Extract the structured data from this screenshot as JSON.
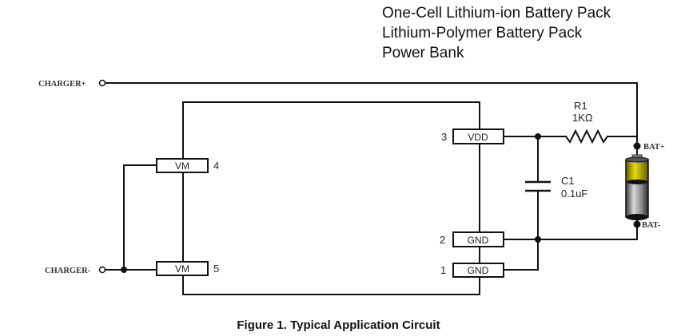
{
  "applications": {
    "items": [
      "One-Cell Lithium-ion Battery Pack",
      "Lithium-Polymer Battery Pack",
      "Power Bank"
    ]
  },
  "circuit": {
    "terminals": {
      "charger_plus": "CHARGER+",
      "charger_minus": "CHARGER-",
      "bat_plus": "BAT+",
      "bat_minus": "BAT-"
    },
    "pins": [
      {
        "number": "4",
        "name": "VM"
      },
      {
        "number": "5",
        "name": "VM"
      },
      {
        "number": "3",
        "name": "VDD"
      },
      {
        "number": "2",
        "name": "GND"
      },
      {
        "number": "1",
        "name": "GND"
      }
    ],
    "resistor": {
      "ref": "R1",
      "value": "1KΩ"
    },
    "capacitor": {
      "ref": "C1",
      "value": "0.1uF"
    },
    "colors": {
      "wire": "#111111",
      "battery_cap": "#c8c000",
      "battery_body": "#9a9a9a"
    }
  },
  "caption": "Figure 1.  Typical Application Circuit"
}
